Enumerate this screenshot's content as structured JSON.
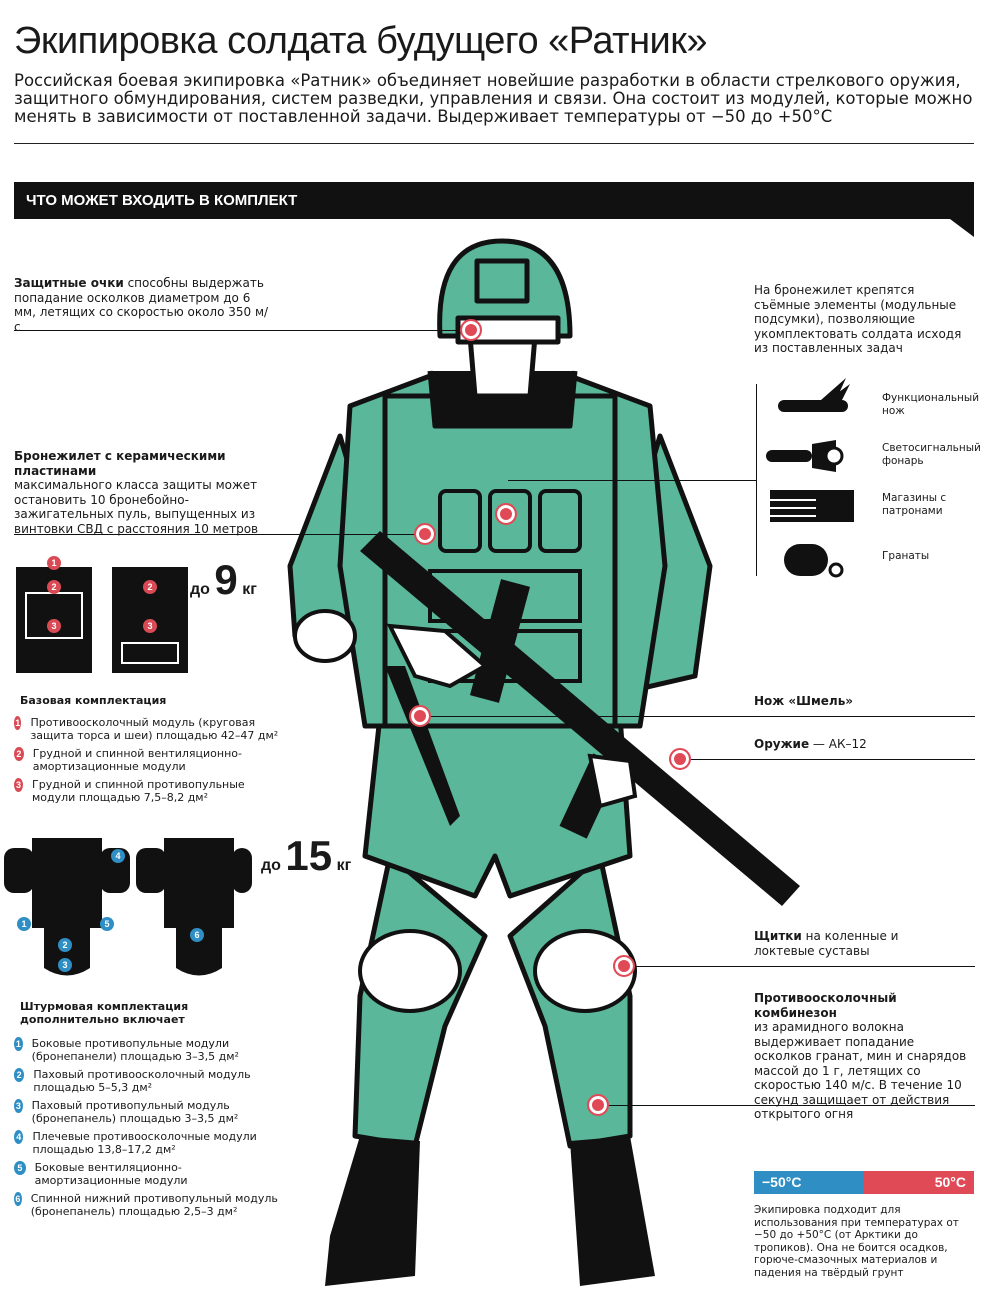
{
  "header": {
    "title": "Экипировка солдата будущего «Ратник»",
    "lead": "Российская боевая экипировка «Ратник» объединяет новейшие разработки в области стрелкового оружия, защитного обмундирования, систем разведки, управления и связи. Она состоит из модулей, которые можно менять в зависимости от поставленной задачи. Выдерживает температуры от −50 до +50°С"
  },
  "banner": "ЧТО МОЖЕТ ВХОДИТЬ В КОМПЛЕКТ",
  "goggles": {
    "bold": "Защитные очки",
    "text": " способны выдержать попадание осколков диаметром до 6 мм, летящих со скоростью около 350 м/с"
  },
  "vest": {
    "bold": "Бронежилет с керамическими пластинами",
    "text": "максимального класса защиты может остановить 10 бронебойно-зажигательных пуль, выпущенных из винтовки СВД с расстояния 10 метров"
  },
  "pouches_text": "На бронежилет крепятся съёмные элементы (модульные подсумки), позволяющие укомплектовать солдата исходя из поставленных задач",
  "pouch_items": [
    {
      "icon": "knife-icon",
      "label": "Функциональный нож"
    },
    {
      "icon": "flashlight-icon",
      "label": "Светосигнальный фонарь"
    },
    {
      "icon": "magazines-icon",
      "label": "Магазины с патронами"
    },
    {
      "icon": "grenade-icon",
      "label": "Гранаты"
    }
  ],
  "weight1": {
    "prefix": "до",
    "value": "9",
    "unit": "кг"
  },
  "weight2": {
    "prefix": "до",
    "value": "15",
    "unit": "кг"
  },
  "basic": {
    "title": "Базовая комплектация",
    "items": [
      {
        "n": "1",
        "text": "Противоосколочный модуль (круговая защита торса и шеи) площадью 42–47 дм²"
      },
      {
        "n": "2",
        "text": "Грудной и спинной вентиляционно-амортизационные модули"
      },
      {
        "n": "3",
        "text": "Грудной и спинной противопульные модули площадью 7,5–8,2 дм²"
      }
    ]
  },
  "assault": {
    "title": "Штурмовая комплектация дополнительно включает",
    "items": [
      {
        "n": "1",
        "text": "Боковые противопульные модули (бронепанели) площадью 3–3,5 дм²"
      },
      {
        "n": "2",
        "text": "Паховый противоосколочный модуль площадью 5–5,3 дм²"
      },
      {
        "n": "3",
        "text": "Паховый противопульный модуль (бронепанель) площадью 3–3,5 дм²"
      },
      {
        "n": "4",
        "text": "Плечевые противоосколочные модули площадью 13,8–17,2 дм²"
      },
      {
        "n": "5",
        "text": "Боковые вентиляционно-амортизационные модули"
      },
      {
        "n": "6",
        "text": "Спинной нижний противопульный модуль (бронепанель) площадью 2,5–3 дм²"
      }
    ]
  },
  "knife": {
    "bold": "Нож «Шмель»"
  },
  "weapon": {
    "bold": "Оружие",
    "text": " — АК–12"
  },
  "pads": {
    "bold": "Щитки",
    "text": " на коленные и локтевые суставы"
  },
  "suit": {
    "bold": "Противоосколочный комбинезон",
    "text": "из арамидного волокна выдерживает попадание осколков гранат, мин и снарядов массой до 1 г, летящих со скоростью 140 м/с. В течение 10 секунд защищает от действия открытого огня"
  },
  "temp": {
    "cold": "−50°С",
    "hot": "50°С",
    "cold_color": "#2f8fc4",
    "hot_color": "#e04a57",
    "text": "Экипировка подходит для использования при температурах от −50 до +50°С (от Арктики до тропиков). Она не боится осадков, горюче-смазочных материалов и падения на твёрдый грунт"
  },
  "colors": {
    "uniform": "#5bb79a",
    "accent": "#e04a57",
    "blue": "#2f8fc4"
  }
}
